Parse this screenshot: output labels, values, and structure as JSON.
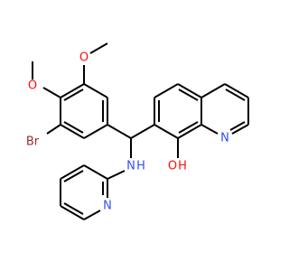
{
  "colors": {
    "background": "#ffffff",
    "bond": "#000000",
    "oxygen": "#ff0d0d",
    "nitrogen": "#3050f8",
    "bromine": "#a62929",
    "carbon": "#000000"
  },
  "atoms": {
    "o_methoxy_top": "O",
    "o_methoxy_left": "O",
    "br": "Br",
    "n_amine": "N",
    "h_amine": "H",
    "n_pyridine": "N",
    "n_quinoline": "N",
    "o_hydroxyl": "O",
    "h_hydroxyl": "H"
  }
}
